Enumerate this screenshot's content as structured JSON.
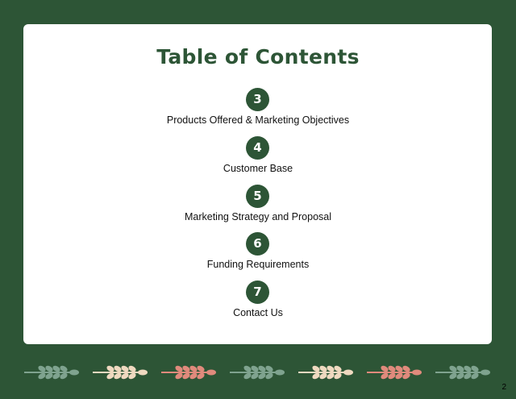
{
  "toc": {
    "title": "Table of Contents",
    "items": [
      {
        "number": "3",
        "label": "Products Offered & Marketing Objectives"
      },
      {
        "number": "4",
        "label": "Customer Base"
      },
      {
        "number": "5",
        "label": "Marketing Strategy and Proposal"
      },
      {
        "number": "6",
        "label": "Funding Requirements"
      },
      {
        "number": "7",
        "label": "Contact Us"
      }
    ]
  },
  "decorations": {
    "wheat_icons": [
      {
        "icon": "wheat-icon",
        "color": "#7fa38f"
      },
      {
        "icon": "wheat-icon",
        "color": "#efd9c0"
      },
      {
        "icon": "wheat-icon",
        "color": "#e08a7c"
      },
      {
        "icon": "wheat-icon",
        "color": "#7fa38f"
      },
      {
        "icon": "wheat-icon",
        "color": "#efd9c0"
      },
      {
        "icon": "wheat-icon",
        "color": "#e08a7c"
      },
      {
        "icon": "wheat-icon",
        "color": "#7fa38f"
      }
    ]
  },
  "page": {
    "number": "2"
  },
  "colors": {
    "background": "#2d5536",
    "card": "#ffffff",
    "accent": "#2d5536"
  }
}
